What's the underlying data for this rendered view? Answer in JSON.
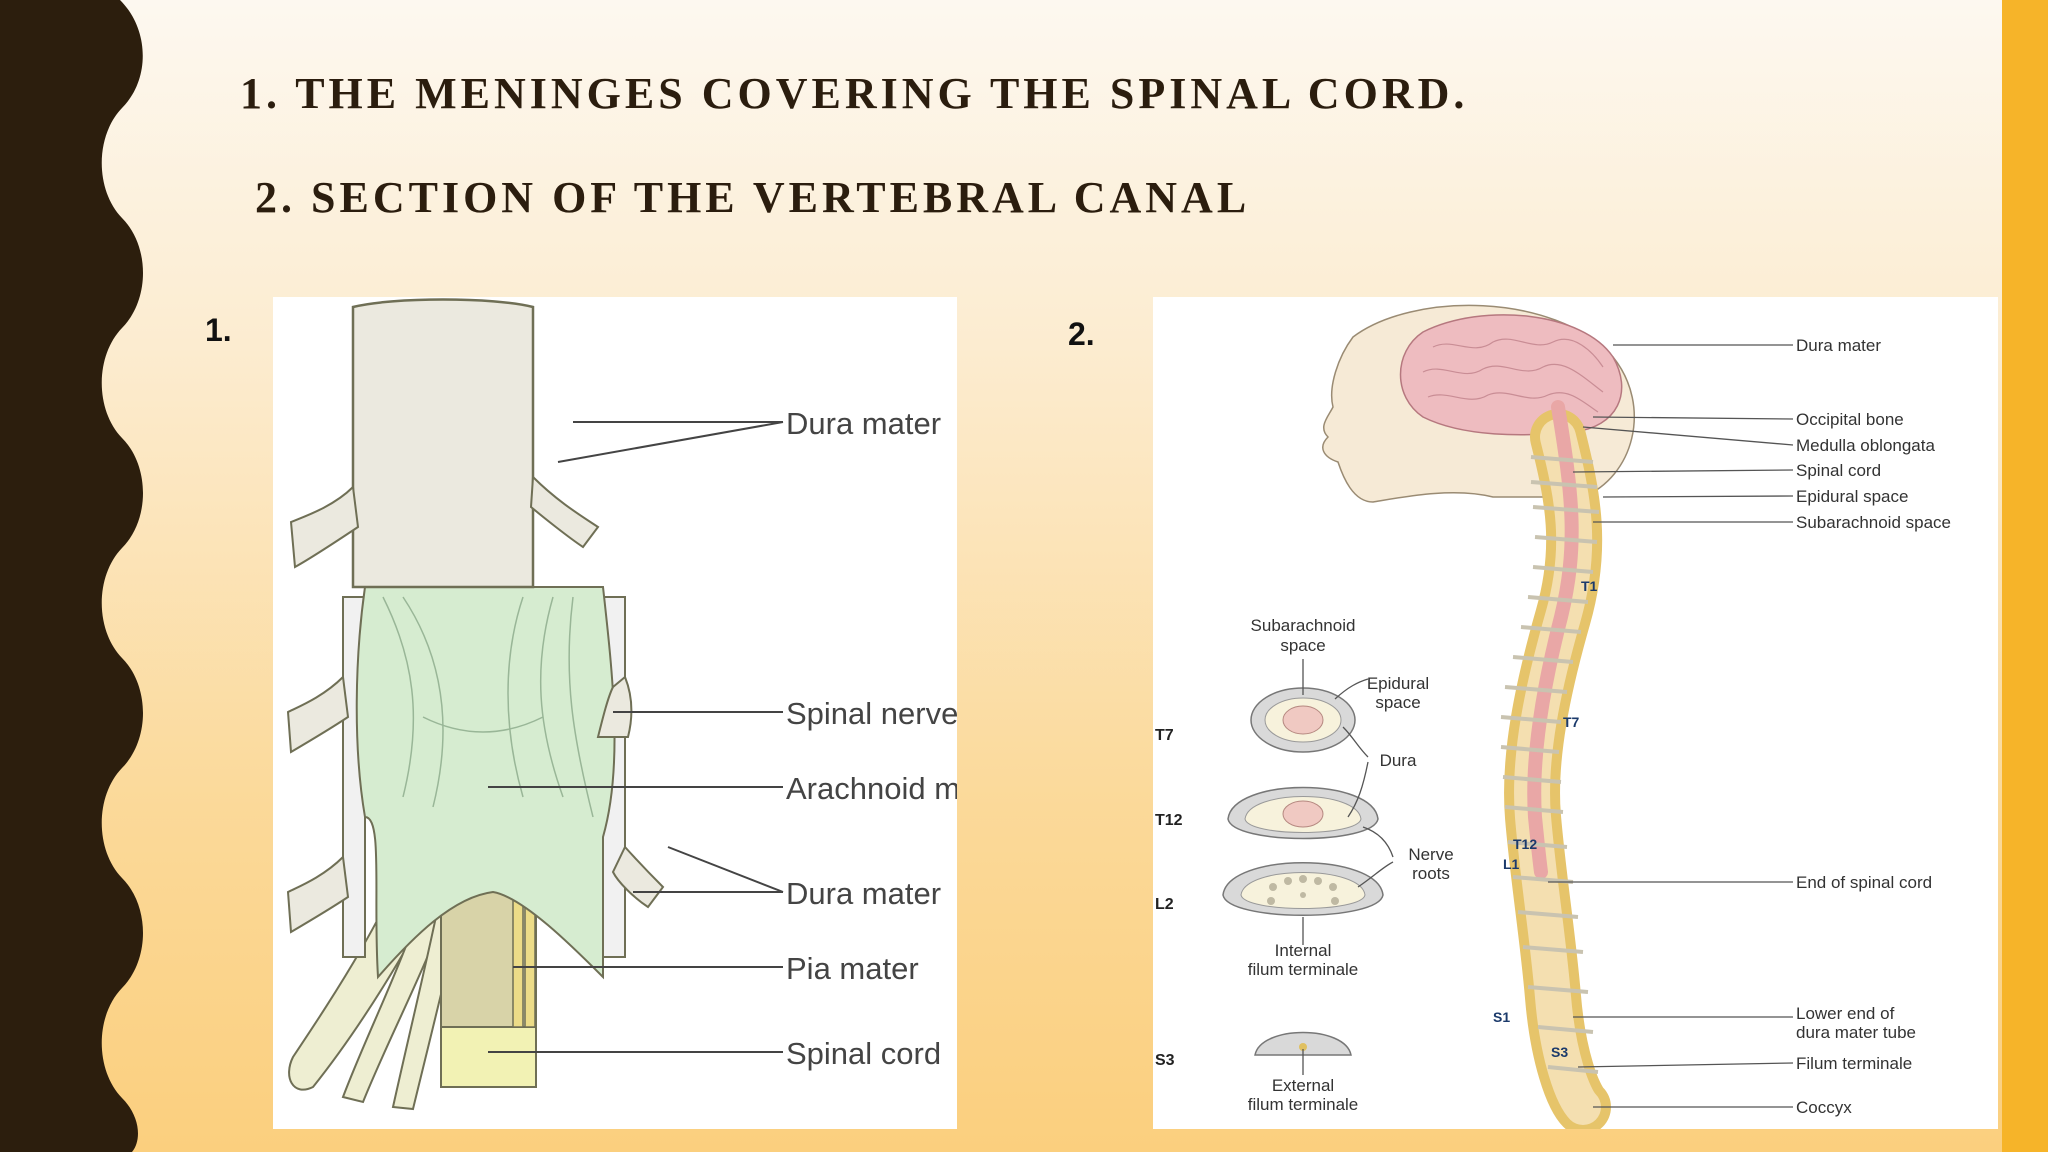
{
  "slide": {
    "title_line1": "1. THE MENINGES COVERING THE SPINAL CORD.",
    "title_line2": "2. SECTION OF THE VERTEBRAL CANAL"
  },
  "figure1": {
    "number": "1.",
    "labels": {
      "dura_top": "Dura mater",
      "spinal_nerve": "Spinal nerve",
      "arachnoid": "Arachnoid mater",
      "dura_mid": "Dura mater",
      "pia": "Pia mater",
      "cord": "Spinal cord"
    }
  },
  "figure2": {
    "number": "2.",
    "right_labels": {
      "dura": "Dura mater",
      "occipital": "Occipital bone",
      "medulla": "Medulla oblongata",
      "cord": "Spinal cord",
      "epidural": "Epidural space",
      "subarachnoid": "Subarachnoid space",
      "end_cord": "End of spinal cord",
      "lower_end_1": "Lower end of",
      "lower_end_2": "dura mater tube",
      "filum": "Filum terminale",
      "coccyx": "Coccyx"
    },
    "section_labels": {
      "subarachnoid_1": "Subarachnoid",
      "subarachnoid_2": "space",
      "epidural_1": "Epidural",
      "epidural_2": "space",
      "dura": "Dura",
      "nerve_1": "Nerve",
      "nerve_2": "roots",
      "internal_1": "Internal",
      "internal_2": "filum terminale",
      "external_1": "External",
      "external_2": "filum terminale"
    },
    "levels": {
      "t7": "T7",
      "t12": "T12",
      "l2": "L2",
      "s3": "S3"
    },
    "spine_markers": {
      "t1": "T1",
      "t7": "T7",
      "t12": "T12",
      "l1": "L1",
      "s1": "S1",
      "s3": "S3"
    }
  }
}
